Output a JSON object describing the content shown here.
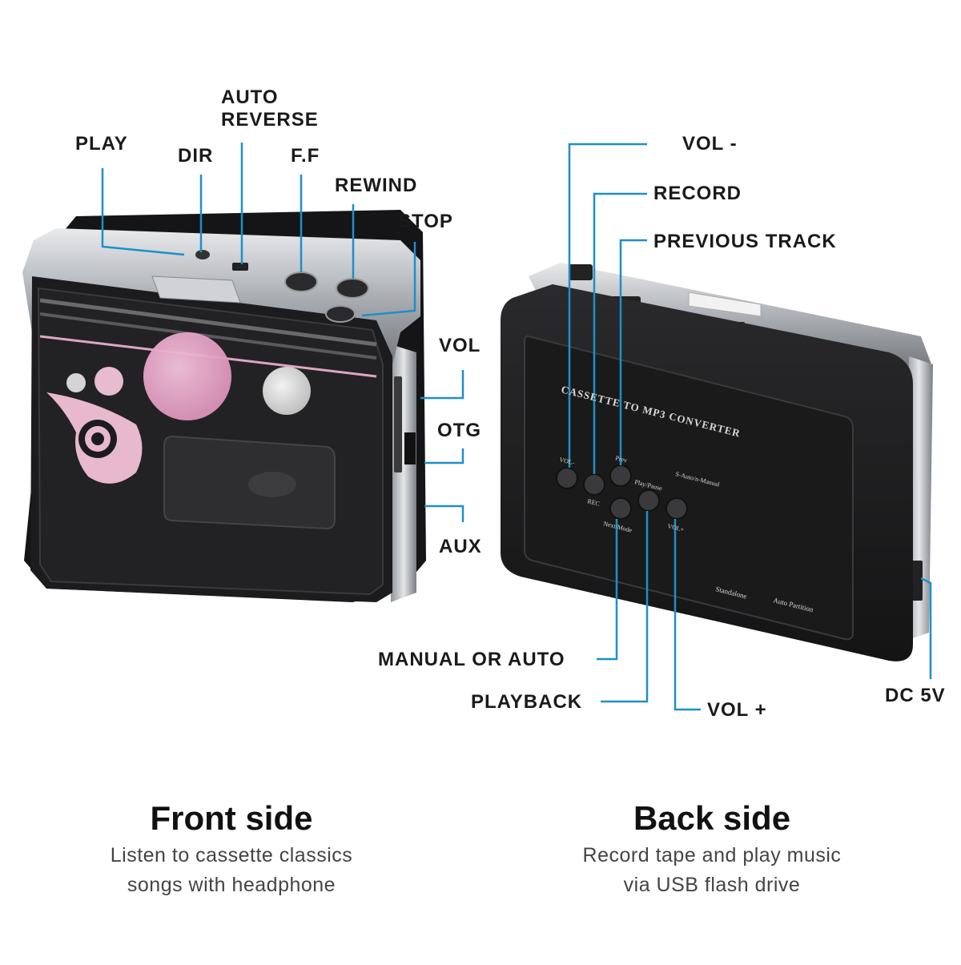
{
  "colors": {
    "leader_line": "#1e8fc8",
    "device_body": "#1c1c1e",
    "device_silver": "#b9bcc0",
    "accent_pink": "#e6a9c8",
    "heading_text": "#111111",
    "subtext": "#444444"
  },
  "front": {
    "callouts": {
      "play": "PLAY",
      "dir": "DIR",
      "auto_reverse": [
        "AUTO",
        "REVERSE"
      ],
      "ff": "F.F",
      "rewind": "REWIND",
      "stop": "STOP",
      "vol": "VOL",
      "otg": "OTG",
      "aux": "AUX"
    },
    "heading": "Front side",
    "description": [
      "Listen to cassette classics",
      "songs with headphone"
    ]
  },
  "back": {
    "callouts": {
      "vol_minus": "VOL -",
      "record": "RECORD",
      "previous_track": "PREVIOUS TRACK",
      "manual_or_auto": "MANUAL OR AUTO",
      "playback": "PLAYBACK",
      "vol_plus": "VOL +",
      "dc_5v": "DC 5V"
    },
    "panel_title": "CASSETTE TO MP3 CONVERTER",
    "panel_button_labels": [
      "VOL-",
      "REC",
      "Prev",
      "Play/Pause",
      "Next/Mode",
      "VOL+",
      "S-Auto/n-Manual"
    ],
    "panel_footer": [
      "Standalone",
      "Auto Partition"
    ],
    "heading": "Back side",
    "description": [
      "Record tape and play music",
      "via USB flash drive"
    ]
  }
}
